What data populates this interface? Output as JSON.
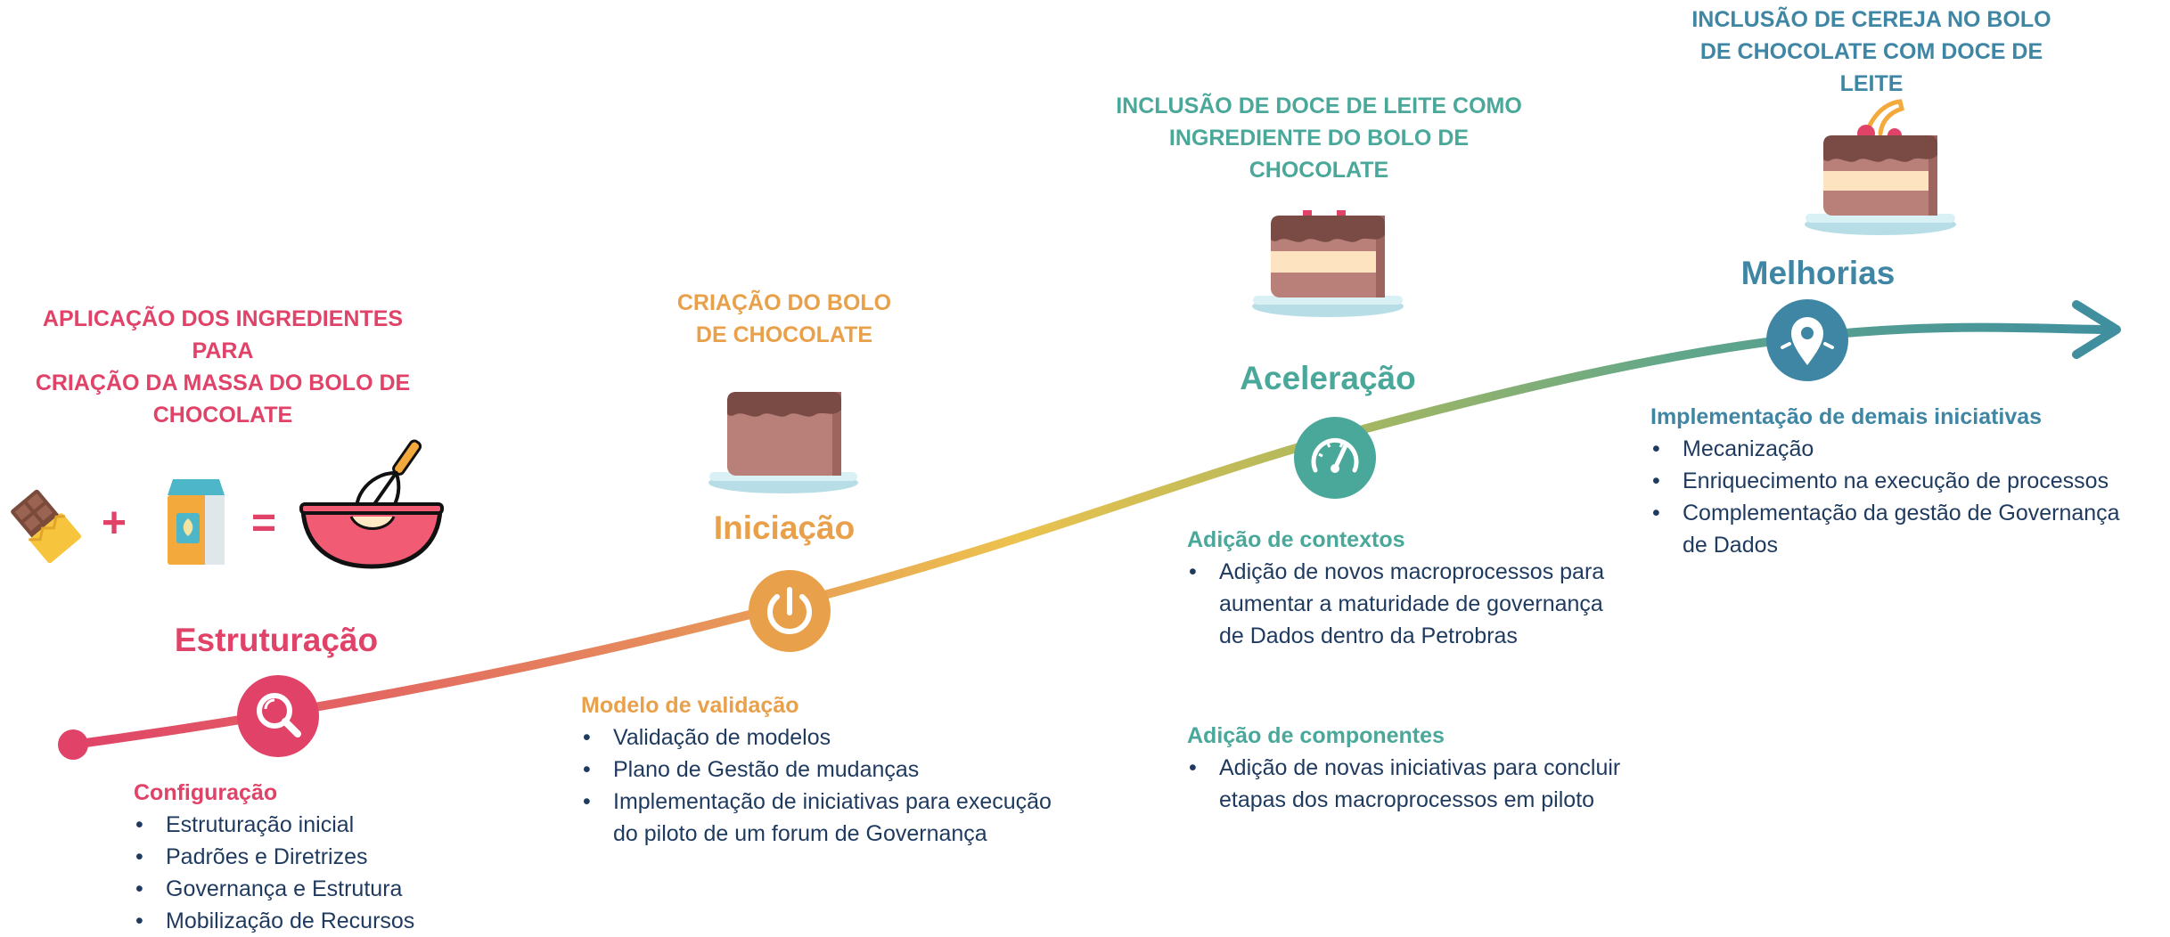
{
  "colors": {
    "estruturacao": "#e04268",
    "iniciacao": "#e9a04a",
    "aceleracao": "#4aa89a",
    "melhorias": "#3f86a4",
    "text_dark": "#1f3a5f"
  },
  "captions": {
    "estruturacao": [
      "APLICAÇÃO DOS INGREDIENTES PARA",
      "CRIAÇÃO DA MASSA DO BOLO DE",
      "CHOCOLATE"
    ],
    "iniciacao": [
      "CRIAÇÃO DO BOLO",
      "DE CHOCOLATE"
    ],
    "aceleracao": [
      "INCLUSÃO DE DOCE DE LEITE COMO",
      "INGREDIENTE DO BOLO DE",
      "CHOCOLATE"
    ],
    "melhorias": [
      "INCLUSÃO DE CEREJA NO BOLO",
      "DE CHOCOLATE COM DOCE DE",
      "LEITE"
    ]
  },
  "equation": {
    "plus": "+",
    "equals": "="
  },
  "stages": {
    "estruturacao": "Estruturação",
    "iniciacao": "Iniciação",
    "aceleracao": "Aceleração",
    "melhorias": "Melhorias"
  },
  "icons": {
    "estruturacao": "magnifier-icon",
    "iniciacao": "power-icon",
    "aceleracao": "speedometer-icon",
    "melhorias": "location-pin-icon",
    "chocolate": "chocolate-bar-icon",
    "milk": "milk-carton-icon",
    "bowl": "mixing-bowl-icon",
    "cake_plain": "chocolate-cake-icon",
    "cake_layered": "layered-cake-icon",
    "cake_cherry": "cherry-cake-icon"
  },
  "blocks": {
    "configuracao": {
      "title": "Configuração",
      "items": [
        "Estruturação inicial",
        "Padrões e Diretrizes",
        "Governança e Estrutura",
        "Mobilização de Recursos"
      ]
    },
    "modelo": {
      "title": "Modelo de validação",
      "items": [
        "Validação de modelos",
        "Plano de Gestão de mudanças",
        "Implementação de iniciativas para execução",
        "do piloto de um forum de Governança"
      ]
    },
    "contextos": {
      "title": "Adição de contextos",
      "items": [
        "Adição de novos macroprocessos para",
        "aumentar a maturidade de governança",
        "de Dados dentro da Petrobras"
      ]
    },
    "componentes": {
      "title": "Adição de componentes",
      "items": [
        "Adição de novas iniciativas para concluir",
        "etapas dos macroprocessos em piloto"
      ]
    },
    "implementacao": {
      "title": "Implementação de demais iniciativas",
      "items": [
        "Mecanização",
        "Enriquecimento na execução de processos",
        "Complementação da gestão de Governança",
        "de Dados"
      ]
    }
  }
}
